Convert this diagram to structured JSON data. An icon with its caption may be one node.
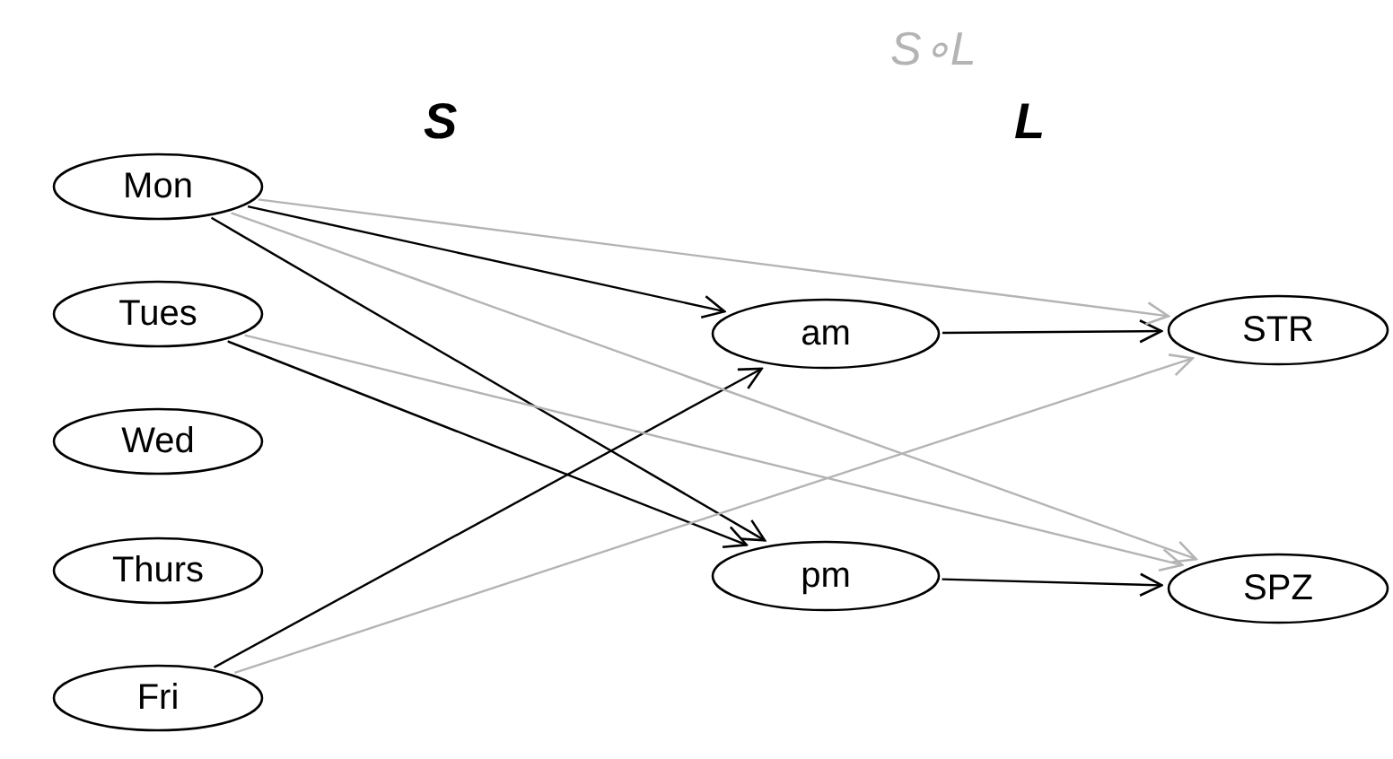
{
  "diagram": {
    "title": "S∘L",
    "nodes": [
      {
        "text": [
          "Mon"
        ]
      },
      {
        "text": [
          "Tues"
        ]
      },
      {
        "text": [
          "Wed"
        ]
      },
      {
        "text": [
          "Thurs"
        ]
      },
      {
        "text": [
          "Fri"
        ]
      },
      {
        "text": [
          "am"
        ]
      },
      {
        "text": [
          "pm"
        ]
      },
      {
        "text": [
          "STR"
        ]
      },
      {
        "text": [
          "SPZ"
        ]
      }
    ],
    "edges": [
      {
        "from": 0,
        "to": 5,
        "arrow": "to"
      },
      {
        "from": 0,
        "to": 6,
        "arrow": "to"
      },
      {
        "from": 1,
        "to": 6,
        "arrow": "to"
      },
      {
        "from": 4,
        "to": 5,
        "arrow": "to"
      },
      {
        "from": 5,
        "to": 7,
        "arrow": "to"
      },
      {
        "from": 6,
        "to": 8,
        "arrow": "to"
      },
      {
        "from": 0,
        "to": 7,
        "arrow": "to",
        "color": "#b4b4b4"
      },
      {
        "from": 0,
        "to": 8,
        "arrow": "to",
        "color": "#b4b4b4"
      },
      {
        "from": 1,
        "to": 8,
        "arrow": "to",
        "color": "#b4b4b4"
      },
      {
        "from": 4,
        "to": 7,
        "arrow": "to",
        "color": "#b4b4b4"
      }
    ],
    "labels": [
      "S",
      "L"
    ]
  }
}
